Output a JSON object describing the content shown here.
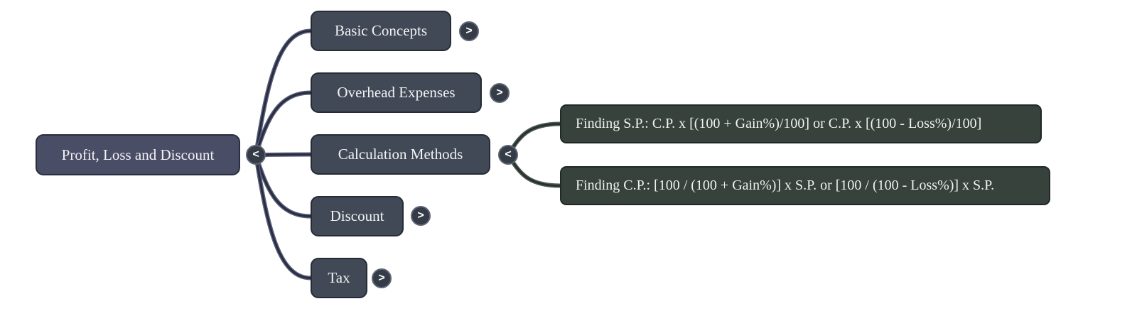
{
  "mindmap": {
    "root": {
      "label": "Profit, Loss and Discount",
      "toggle": "<"
    },
    "children": [
      {
        "label": "Basic Concepts",
        "toggle": ">"
      },
      {
        "label": "Overhead Expenses",
        "toggle": ">"
      },
      {
        "label": "Calculation Methods",
        "toggle": "<",
        "children": [
          {
            "label": "Finding S.P.: C.P. x [(100 + Gain%)/100] or C.P. x [(100 - Loss%)/100]"
          },
          {
            "label": "Finding C.P.: [100 / (100 + Gain%)] x S.P. or [100 / (100 - Loss%)] x S.P."
          }
        ]
      },
      {
        "label": "Discount",
        "toggle": ">"
      },
      {
        "label": "Tax",
        "toggle": ">"
      }
    ],
    "colors": {
      "background": "#ffffff",
      "root_node": "#4a4d66",
      "branch_node": "#414956",
      "leaf_node": "#36423b",
      "root_link_outer": "#585c77",
      "root_link_inner": "#272c40",
      "leaf_link_outer": "#4f5a55",
      "leaf_link_inner": "#28302b",
      "toggle_background": "#353c48",
      "toggle_ring": "#5d6472",
      "text": "#f1f2f4"
    }
  }
}
